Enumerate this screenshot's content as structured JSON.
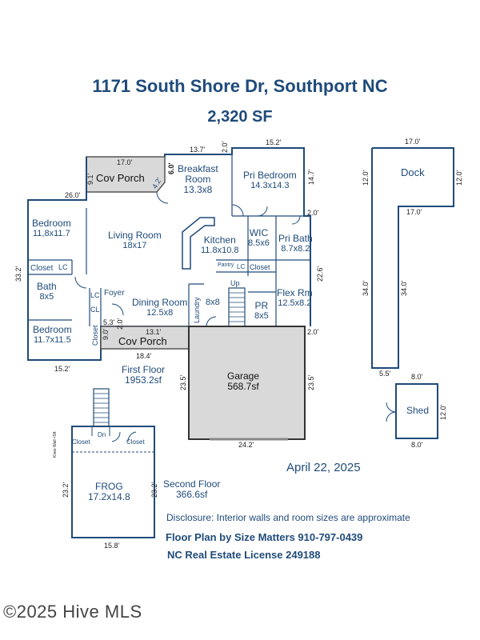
{
  "header": {
    "address": "1171 South Shore Dr, Southport NC",
    "area": "2,320 SF"
  },
  "floors": {
    "first_floor": {
      "name": "First Floor",
      "area": "1953.2sf"
    },
    "second_floor": {
      "name": "Second Floor",
      "area": "366.6sf"
    }
  },
  "rooms": {
    "cov_porch_top": {
      "name": "Cov Porch"
    },
    "breakfast": {
      "name": "Breakfast\nRoom",
      "size": "13.3x8"
    },
    "pri_bedroom": {
      "name": "Pri Bedroom",
      "size": "14.3x14.3"
    },
    "bedroom_left": {
      "name": "Bedroom",
      "size": "11,8x11.7"
    },
    "living": {
      "name": "Living Room",
      "size": "18x17"
    },
    "kitchen": {
      "name": "Kitchen",
      "size": "11.8x10.8"
    },
    "wic": {
      "name": "WIC",
      "size": "8.5x6"
    },
    "pri_bath": {
      "name": "Pri Bath",
      "size": "8.7x8.2"
    },
    "closet_left": {
      "name": "Closet"
    },
    "lc_left": {
      "name": "LC"
    },
    "pantry": {
      "name": "Pantry"
    },
    "lc_kitchen": {
      "name": "LC"
    },
    "closet_wic": {
      "name": "Closet"
    },
    "bath": {
      "name": "Bath",
      "size": "8x5"
    },
    "foyer": {
      "name": "Foyer"
    },
    "lc_foyer": {
      "name": "LC"
    },
    "cl_foyer": {
      "name": "CL"
    },
    "dining": {
      "name": "Dining Room",
      "size": "12.5x8"
    },
    "laundry": {
      "name": "Laundry",
      "size": "8x8"
    },
    "up": {
      "name": "Up"
    },
    "pr": {
      "name": "PR",
      "size": "8x5"
    },
    "flex": {
      "name": "Flex Rm",
      "size": "12.5x8.2"
    },
    "bedroom_lower": {
      "name": "Bedroom",
      "size": "11.7x11.5"
    },
    "closet_lower": {
      "name": "Closet"
    },
    "cov_porch_bottom": {
      "name": "Cov Porch"
    },
    "garage": {
      "name": "Garage",
      "size": "568.7sf"
    },
    "dock": {
      "name": "Dock"
    },
    "shed": {
      "name": "Shed"
    },
    "frog": {
      "name": "FROG",
      "size": "17.2x14.8"
    },
    "frog_closet_left": {
      "name": "Closet"
    },
    "frog_closet_right": {
      "name": "Closet"
    },
    "dn": {
      "name": "Dn"
    },
    "knee_wall": {
      "name": "Knee Wall <5ft"
    }
  },
  "dimensions": {
    "porch_top": "17.0'",
    "porch_side": "9.1'",
    "porch_bottom": "26.0'",
    "porch_diag": "4.2'",
    "breakfast_top": "13.7'",
    "breakfast_side": "6.0'",
    "breakfast_step": "2.0'",
    "pri_top": "15.2'",
    "pri_side": "14.7'",
    "bath_step": "2.0'",
    "right_side": "22.6'",
    "left_side": "33.2'",
    "bottom_left": "15.2'",
    "porch2_top": "13.1'",
    "porch2_bottom": "18.4'",
    "porch2_a": "5.3'",
    "porch2_b": "9.0'",
    "porch2_c": "2.0'",
    "garage_step": "2.0'",
    "garage_left": "23.5'",
    "garage_right": "23.5'",
    "garage_bottom": "24.2'",
    "dock_top": "17.0'",
    "dock_left": "12.0'",
    "dock_right": "12.0'",
    "dock_mid": "17.0'",
    "dock_arm_left": "34.0'",
    "dock_arm_right": "34.0'",
    "dock_arm_bottom": "5.5'",
    "shed_top": "8.0'",
    "shed_side": "12.0'",
    "shed_bottom": "8.0'",
    "frog_left": "23.2'",
    "frog_right": "23.2'",
    "frog_bottom": "15.8'"
  },
  "footer": {
    "date": "April 22, 2025",
    "disclosure": "Disclosure: Interior walls and room sizes are approximate",
    "credit": "Floor Plan by Size Matters 910-797-0439",
    "license": "NC Real Estate License 249188",
    "watermark": "©2025 Hive MLS"
  },
  "colors": {
    "accent": "#1f4b7a",
    "porch_fill": "#d9d9d9",
    "garage_fill": "#d9d9d9"
  }
}
